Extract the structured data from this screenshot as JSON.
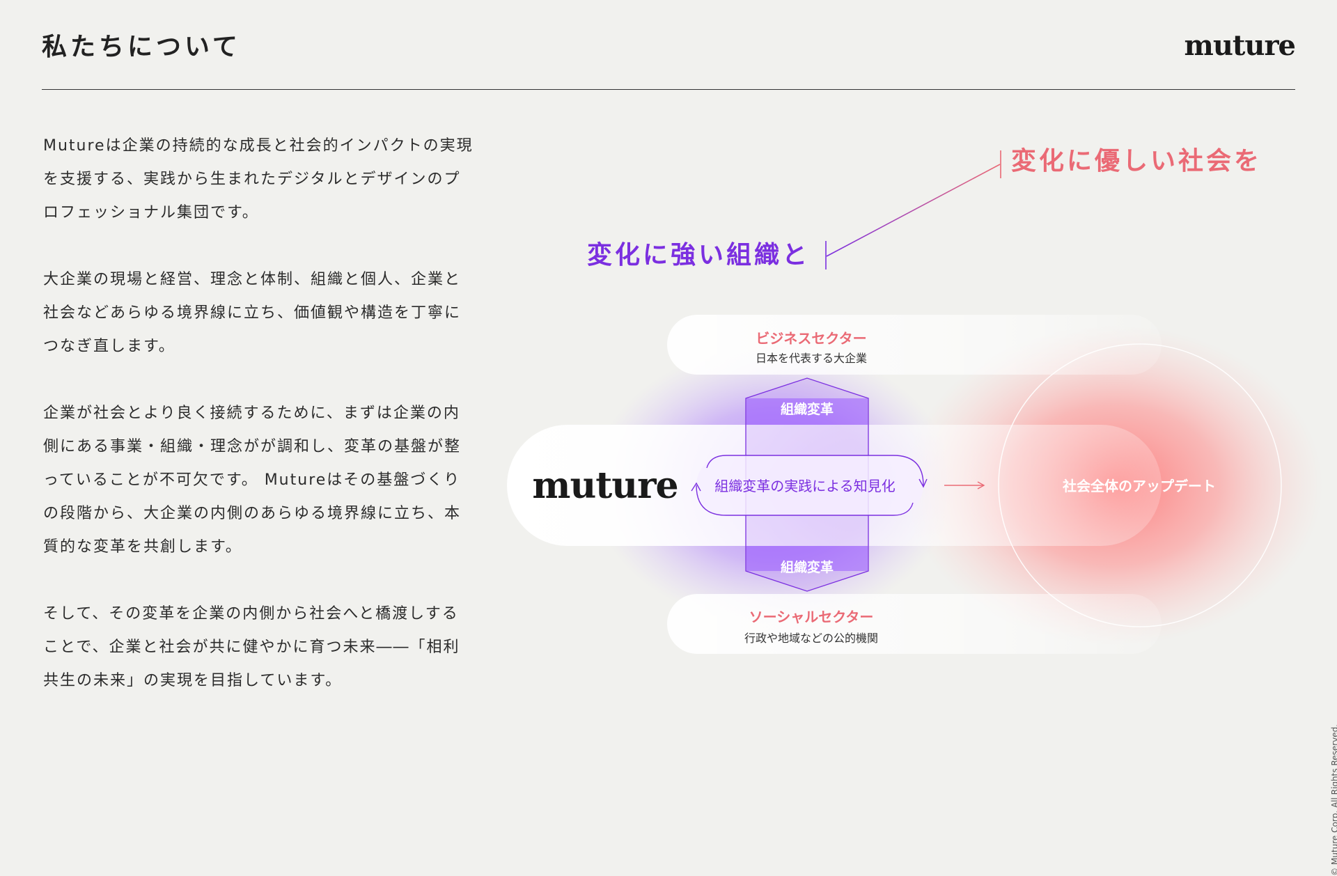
{
  "page": {
    "title": "私たちについて",
    "brand": "muture",
    "copyright": "© Muture Corp. All Rights Reserved."
  },
  "body": {
    "paragraphs": [
      "Mutureは企業の持続的な成長と社会的インパクトの実現を支援する、実践から生まれたデジタルとデザインのプロフェッショナル集団です。",
      "大企業の現場と経営、理念と体制、組織と個人、企業と社会などあらゆる境界線に立ち、価値観や構造を丁寧につなぎ直します。",
      "企業が社会とより良く接続するために、まずは企業の内側にある事業・組織・理念がが調和し、変革の基盤が整っていることが不可欠です。 Mutureはその基盤づくりの段階から、大企業の内側のあらゆる境界線に立ち、本質的な変革を共創します。",
      "そして、その変革を企業の内側から社会へと橋渡しすることで、企業と社会が共に健やかに育つ未来――「相利共生の未来」の実現を目指しています。"
    ]
  },
  "diagram": {
    "headline_org": "変化に強い組織と",
    "headline_society": "変化に優しい社会を",
    "business_sector": {
      "title": "ビジネスセクター",
      "subtitle": "日本を代表する大企業"
    },
    "social_sector": {
      "title": "ソーシャルセクター",
      "subtitle": "行政や地域などの公的機関"
    },
    "org_change_top": "組織変革",
    "org_change_bottom": "組織変革",
    "center_label": "組織変革の実践による知見化",
    "logo": "muture",
    "society_update": "社会全体のアップデート",
    "colors": {
      "purple": "#7b2fe0",
      "pink": "#ea6a75",
      "background": "#f1f1ee"
    }
  }
}
